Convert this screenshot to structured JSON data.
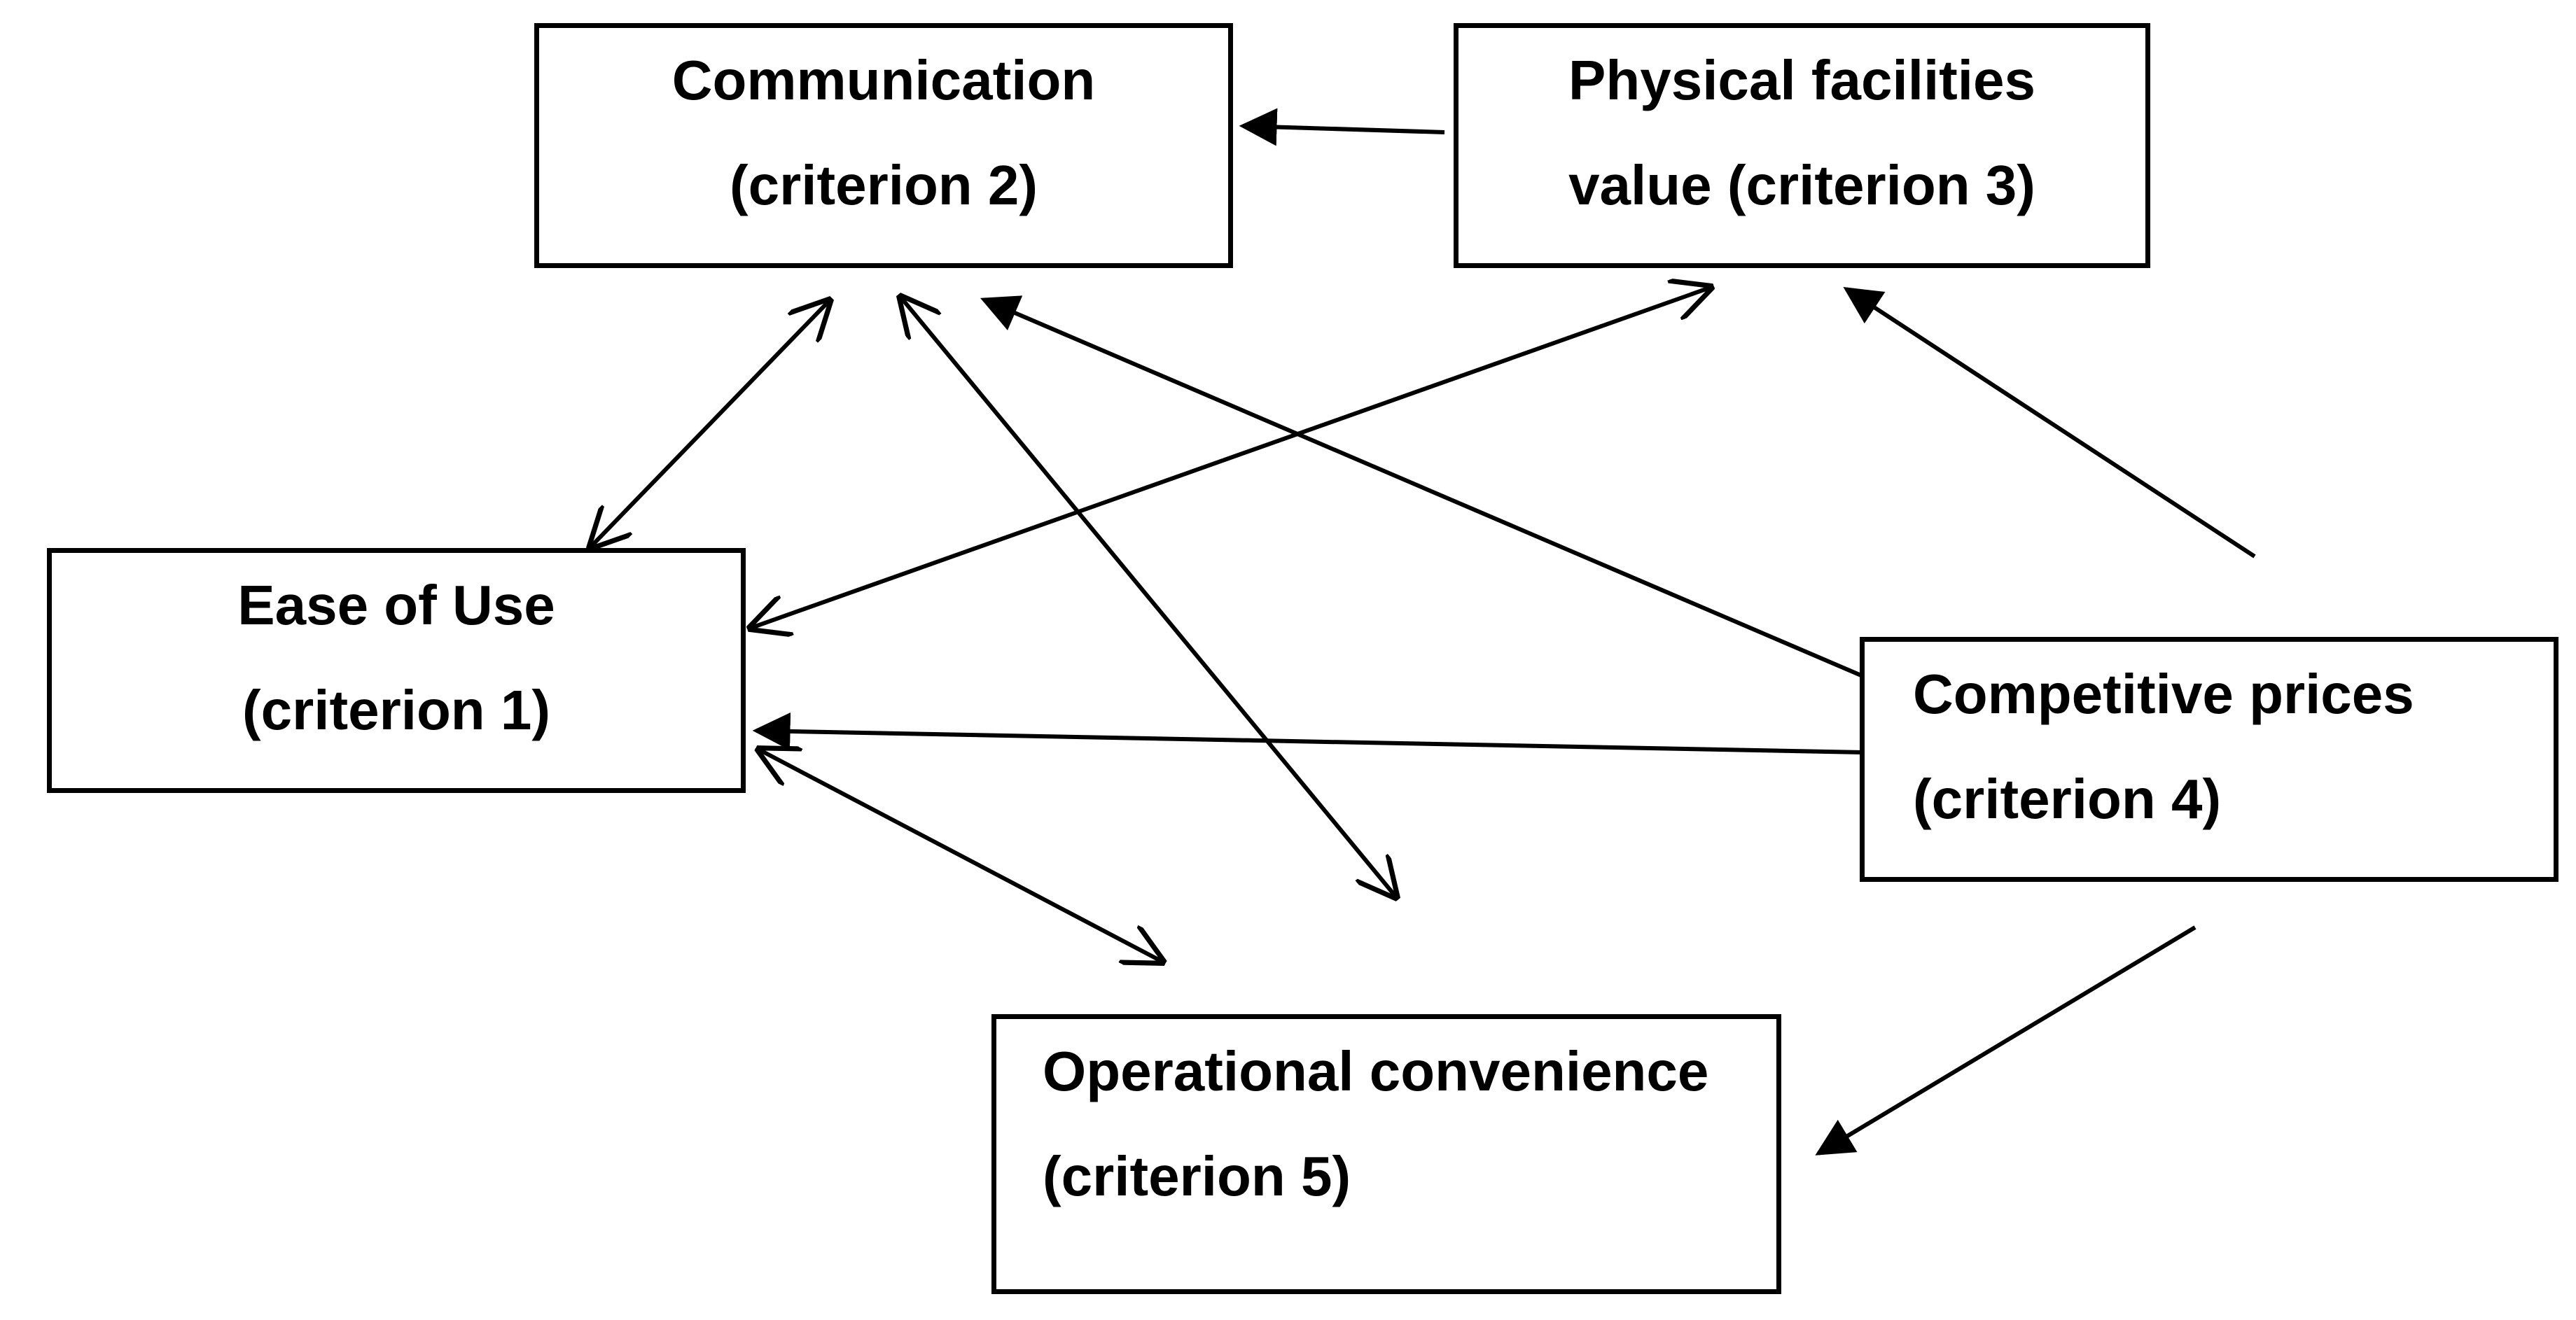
{
  "diagram": {
    "nodes": {
      "c1": {
        "line1": "Ease of Use",
        "line2": "(criterion 1)"
      },
      "c2": {
        "line1": "Communication",
        "line2": "(criterion 2)"
      },
      "c3": {
        "line1": "Physical facilities",
        "line2": "value (criterion 3)"
      },
      "c4": {
        "line1": "Competitive prices",
        "line2": "(criterion 4)"
      },
      "c5": {
        "line1": "Operational convenience",
        "line2": "(criterion 5)"
      }
    },
    "edges": [
      {
        "from": "c3",
        "to": "c2",
        "style": "filled"
      },
      {
        "from": "c4",
        "to": "c2",
        "style": "filled"
      },
      {
        "from": "c4",
        "to": "c3",
        "style": "filled"
      },
      {
        "from": "c4",
        "to": "c1",
        "style": "filled"
      },
      {
        "from": "c4",
        "to": "c5",
        "style": "filled"
      },
      {
        "from": "c1",
        "to": "c2",
        "style": "open",
        "bidirectional": true
      },
      {
        "from": "c1",
        "to": "c3",
        "style": "open",
        "bidirectional": true
      },
      {
        "from": "c2",
        "to": "c5",
        "style": "open",
        "bidirectional": true
      },
      {
        "from": "c1",
        "to": "c5",
        "style": "open",
        "bidirectional": true
      }
    ],
    "colors": {
      "line": "#000000",
      "background": "#ffffff"
    }
  }
}
